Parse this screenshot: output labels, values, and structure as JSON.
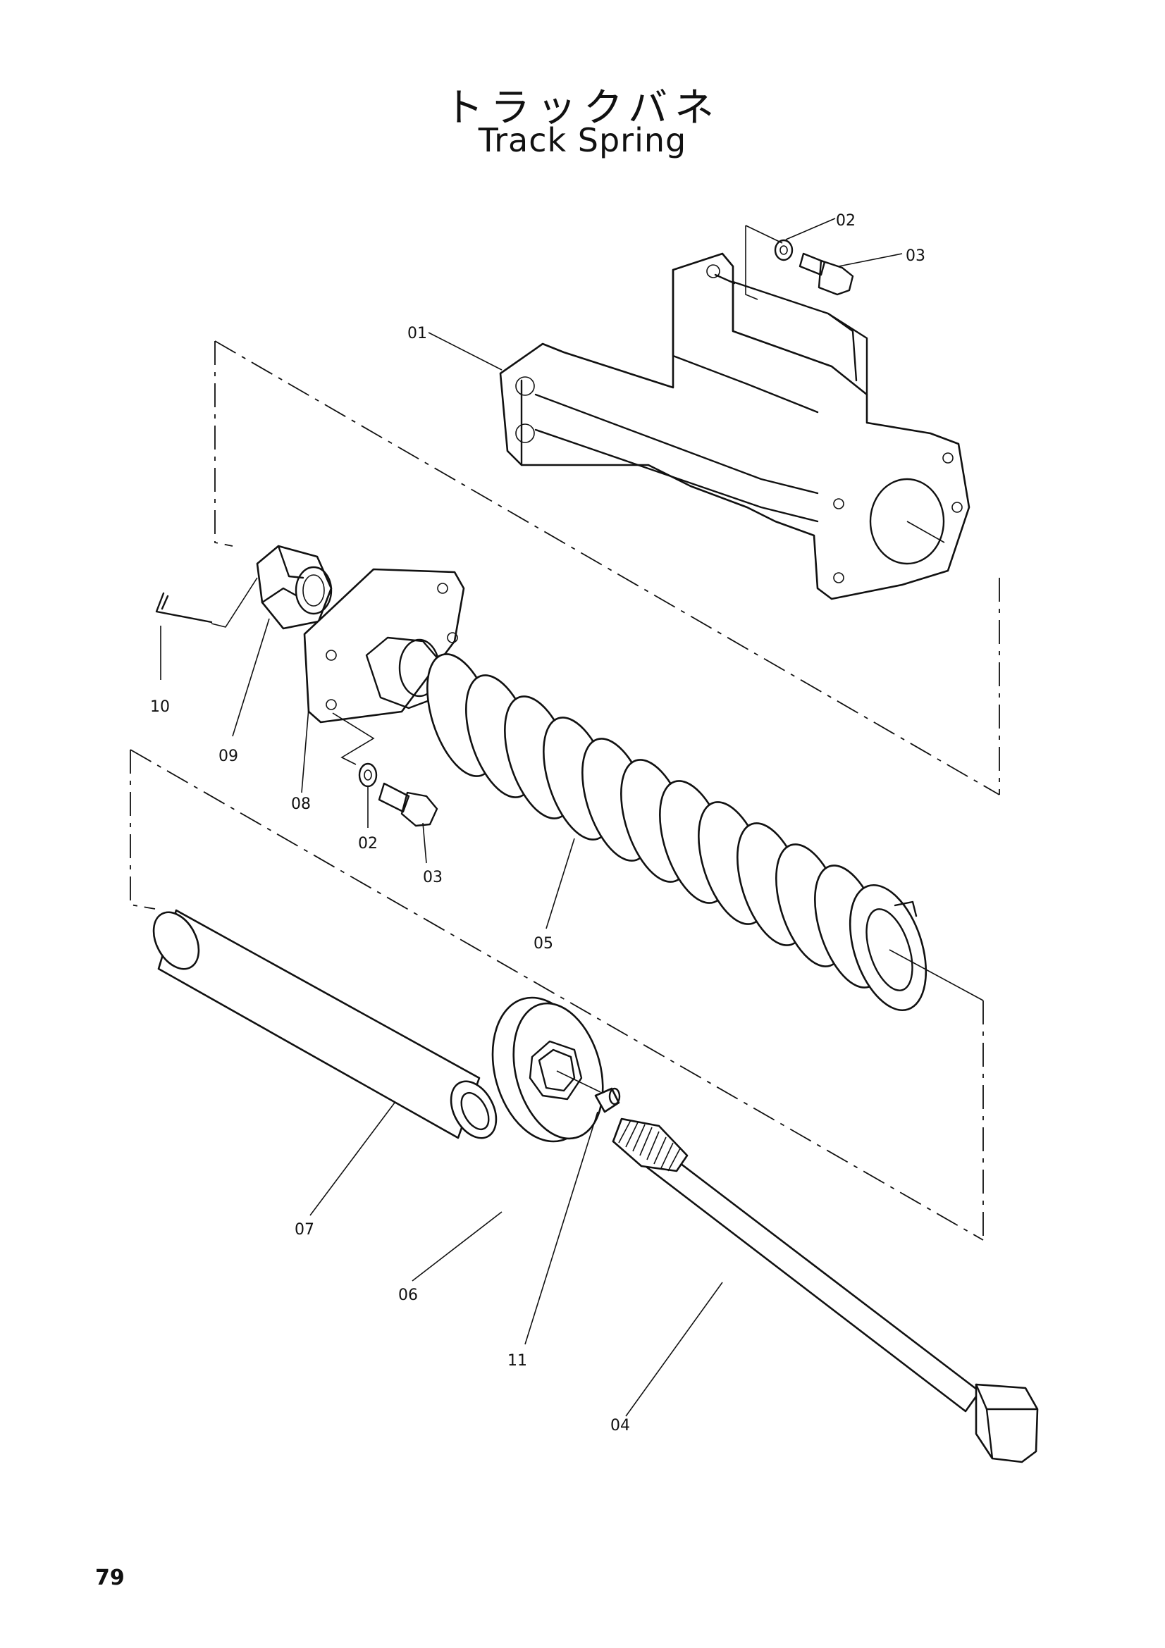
{
  "title": {
    "japanese": "トラックバネ",
    "english": "Track Spring"
  },
  "page_number": "79",
  "part_labels": {
    "p01": "01",
    "p02_top": "02",
    "p03_top": "03",
    "p10": "10",
    "p09": "09",
    "p08": "08",
    "p02_mid": "02",
    "p03_mid": "03",
    "p05": "05",
    "p07": "07",
    "p06": "06",
    "p11": "11",
    "p04": "04"
  }
}
